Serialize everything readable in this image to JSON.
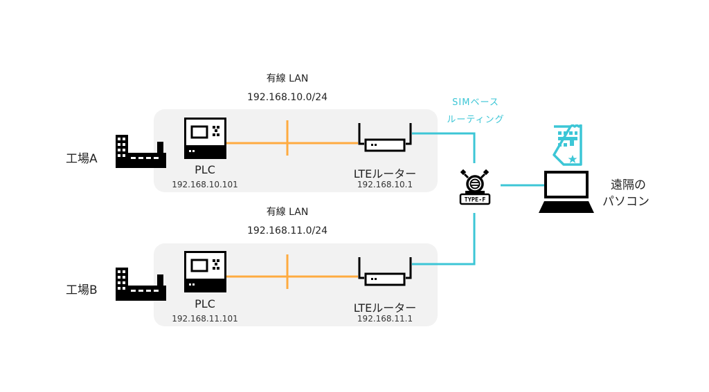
{
  "colors": {
    "lan_wire": "#ffab40",
    "lte_wire": "#3cc6d6",
    "panel_bg": "#f2f2f2",
    "icon": "#000000",
    "sim_icon": "#3cc6d6"
  },
  "sites": [
    {
      "name": "工場A",
      "lan_label": "有線 LAN",
      "subnet": "192.168.10.0/24",
      "plc": {
        "name": "PLC",
        "ip": "192.168.10.101"
      },
      "router": {
        "name": "LTEルーター",
        "ip": "192.168.10.1"
      }
    },
    {
      "name": "工場B",
      "lan_label": "有線 LAN",
      "subnet": "192.168.11.0/24",
      "plc": {
        "name": "PLC",
        "ip": "192.168.11.101"
      },
      "router": {
        "name": "LTEルーター",
        "ip": "192.168.11.1"
      }
    }
  ],
  "gateway": {
    "label_line1": "SIMベース",
    "label_line2": "ルーティング",
    "badge": "TYPE-F"
  },
  "remote": {
    "label_line1": "遠隔の",
    "label_line2": "パソコン"
  }
}
